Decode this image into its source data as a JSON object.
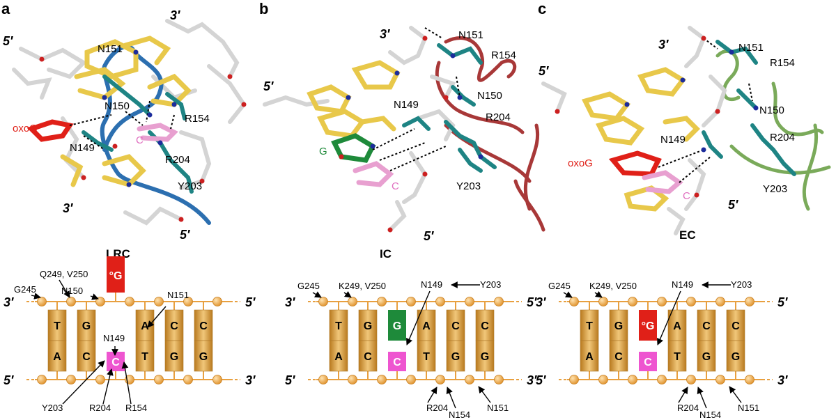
{
  "colors": {
    "backbone": "#e8a040",
    "base_fill": "#d7992f",
    "stick_white": "#d9d9d9",
    "stick_yellow": "#e8c84a",
    "stick_teal": "#1e8484",
    "oxoG": "#e02018",
    "cytosine": "#e8a0d0",
    "guanine_green": "#1e8a3a",
    "ribbon_blue": "#2c6fb0",
    "ribbon_brown": "#a83838",
    "ribbon_green": "#7aaa5a",
    "nitrogen": "#1c2c9c",
    "oxygen": "#cc2020"
  },
  "icons": [
    "structure-render-lrc",
    "structure-render-ic",
    "structure-render-ec",
    "dna-schematic"
  ],
  "panels": [
    {
      "id": "a",
      "letter": "a",
      "title": "LRC",
      "structure_labels": {
        "top_left_5": "5′",
        "top_right_3": "3′",
        "bottom_left_3": "3′",
        "bottom_right_5": "5′",
        "N151": "N151",
        "N150": "N150",
        "R154": "R154",
        "N149": "N149",
        "R204": "R204",
        "Y203": "Y203",
        "oxoG": "oxoG",
        "C": "C"
      },
      "schematic": {
        "top_left_end": "3′",
        "top_right_end": "5′",
        "bottom_left_end": "5′",
        "bottom_right_end": "3′",
        "top_bases": [
          "T",
          "G",
          "",
          "A",
          "C",
          "C"
        ],
        "bottom_bases": [
          "A",
          "C",
          "C",
          "T",
          "G",
          "G"
        ],
        "flipped": "°G",
        "annotations": {
          "G245": "G245",
          "Q249": "Q249, V250",
          "N150": "N150",
          "N151": "N151",
          "N149": "N149",
          "Y203": "Y203",
          "R204": "R204",
          "R154": "R154"
        }
      }
    },
    {
      "id": "b",
      "letter": "b",
      "title": "IC",
      "structure_labels": {
        "top_3": "3′",
        "left_5": "5′",
        "bottom_5": "5′",
        "N151": "N151",
        "R154": "R154",
        "N150": "N150",
        "N149": "N149",
        "R204": "R204",
        "Y203": "Y203",
        "G": "G",
        "C": "C"
      },
      "schematic": {
        "top_left_end": "3′",
        "top_right_end": "5′",
        "bottom_left_end": "5′",
        "bottom_right_end": "3′",
        "top_bases": [
          "T",
          "G",
          "G",
          "A",
          "C",
          "C"
        ],
        "bottom_bases": [
          "A",
          "C",
          "C",
          "T",
          "G",
          "G"
        ],
        "annotations": {
          "G245": "G245",
          "K249": "K249, V250",
          "N149": "N149",
          "Y203": "Y203",
          "R204": "R204",
          "N154": "N154",
          "N151": "N151"
        }
      }
    },
    {
      "id": "c",
      "letter": "c",
      "title": "EC",
      "structure_labels": {
        "top_3": "3′",
        "left_5": "5′",
        "bottom_5": "5′",
        "N151": "N151",
        "R154": "R154",
        "N150": "N150",
        "N149": "N149",
        "R204": "R204",
        "Y203": "Y203",
        "oxoG": "oxoG",
        "C": "C"
      },
      "schematic": {
        "top_left_end": "3′",
        "top_right_end": "5′",
        "bottom_left_end": "5′",
        "bottom_right_end": "3′",
        "top_bases": [
          "T",
          "G",
          "°G",
          "A",
          "C",
          "C"
        ],
        "bottom_bases": [
          "A",
          "C",
          "C",
          "T",
          "G",
          "G"
        ],
        "annotations": {
          "G245": "G245",
          "K249": "K249, V250",
          "N149": "N149",
          "Y203": "Y203",
          "R204": "R204",
          "N154": "N154",
          "N151": "N151"
        }
      }
    }
  ]
}
